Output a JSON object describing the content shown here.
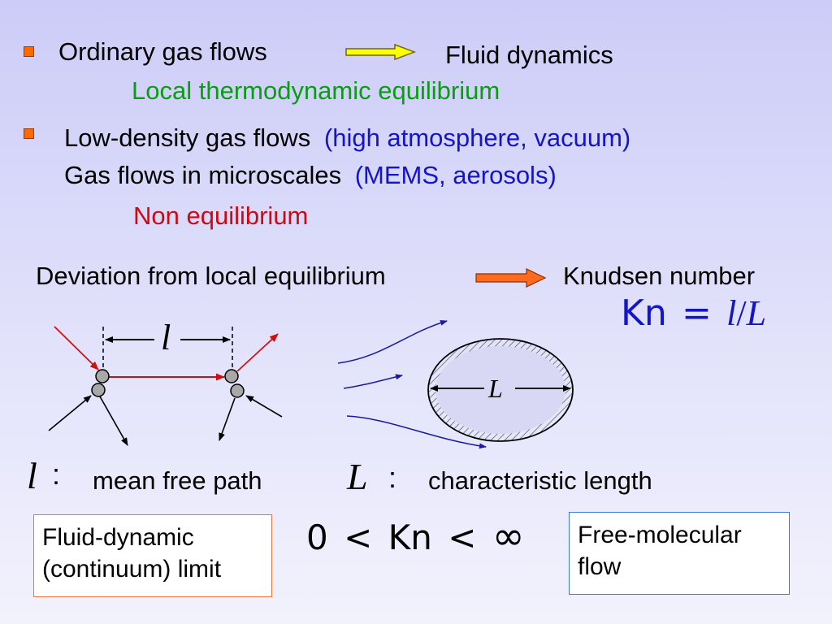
{
  "row1": {
    "left": "Ordinary gas flows",
    "right": "Fluid dynamics"
  },
  "row1_sub": "Local  thermodynamic equilibrium",
  "row2": {
    "line1": "Low-density gas flows",
    "line1_paren": "(high atmosphere, vacuum)",
    "line2": "Gas flows in microscales",
    "line2_paren": "(MEMS, aerosols)"
  },
  "row2_sub": "Non equilibrium",
  "deviation": {
    "left": "Deviation from local equilibrium",
    "right": "Knudsen number"
  },
  "formula": {
    "lhs": "Kn",
    "eq": "=",
    "num": "l",
    "slash": "/",
    "den": "L"
  },
  "diagram": {
    "mfp_symbol": "l",
    "char_symbol": "L"
  },
  "defs": {
    "l_symbol": "l",
    "l_colon": ":",
    "l_text": "mean  free path",
    "L_symbol": "L",
    "L_colon": ":",
    "L_text": "characteristic length"
  },
  "range": {
    "zero": "0",
    "lt1": "<",
    "kn": "Kn",
    "lt2": "<",
    "inf": "∞"
  },
  "left_box": {
    "line1": "Fluid-dynamic",
    "line2": "(continuum) limit"
  },
  "right_box": {
    "line1": "Free-molecular",
    "line2": "flow"
  },
  "colors": {
    "bullet": "#ff6a00",
    "yellow_arrow": "#ffff00",
    "orange_arrow": "#ff6a1e",
    "green_text": "#0a9c14",
    "red_text": "#cc0a14",
    "blue_text": "#1414c8",
    "left_box_border": "#e8783c",
    "right_box_border": "#3c7ae0"
  }
}
